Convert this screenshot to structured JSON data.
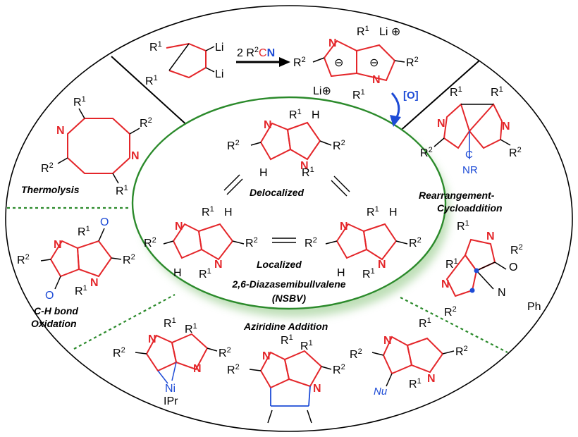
{
  "colors": {
    "bond": "#e4262a",
    "black": "#000000",
    "blue": "#1d4bd6",
    "green": "#2b8a2b",
    "glow": "#b8dcb0"
  },
  "center": {
    "title": "2,6-Diazasemibullvalene",
    "subtitle": "(NSBV)",
    "delocalized": "Delocalized",
    "localized": "Localized"
  },
  "sections": {
    "thermolysis": "Thermolysis",
    "rearrangement_1": "Rearrangement-",
    "rearrangement_2": "Cycloaddition",
    "ch_oxidation_1": "C-H bond",
    "ch_oxidation_2": "Oxidation",
    "aziridine": "Aziridine Addition"
  },
  "reaction": {
    "reagent_prefix": "2 R",
    "reagent_sup": "2",
    "reagent_C": "C",
    "reagent_N": "N",
    "oxidant": "[O]"
  },
  "atoms": {
    "N": "N",
    "R": "R",
    "R1": "R",
    "one": "1",
    "two": "2",
    "H": "H",
    "Li": "Li",
    "O": "O",
    "Ni": "Ni",
    "IPr": "IPr",
    "Ph": "Ph",
    "Nu": "Nu",
    "C": "C",
    "minus": "⊖",
    "plus": "⊕"
  }
}
